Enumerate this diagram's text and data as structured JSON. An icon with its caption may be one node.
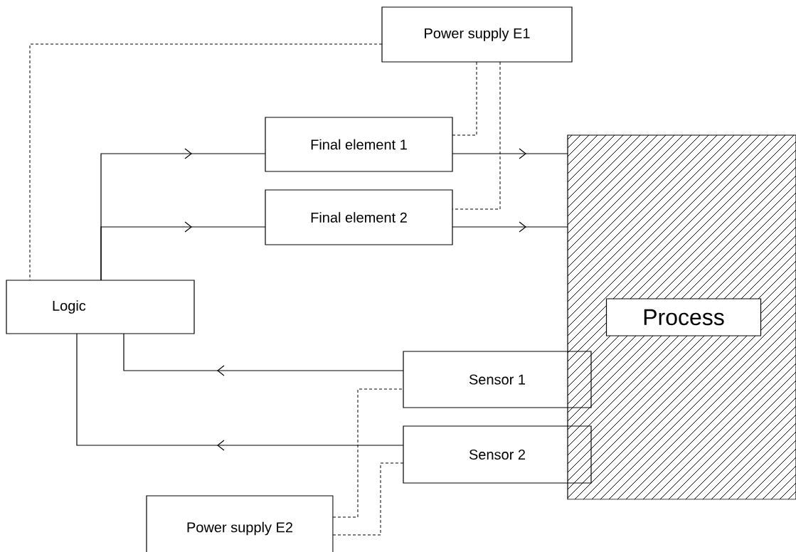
{
  "diagram": {
    "nodes": [
      {
        "text": [
          "Power supply E1"
        ]
      },
      {
        "text": [
          "Final element 1"
        ]
      },
      {
        "text": [
          "Final element 2"
        ]
      },
      {
        "text": [
          "Logic"
        ]
      },
      {
        "text": [
          "Process"
        ]
      },
      {
        "text": [
          "Sensor 1"
        ]
      },
      {
        "text": [
          "Sensor 2"
        ]
      },
      {
        "text": [
          "Power supply E2"
        ]
      }
    ],
    "edges": [
      {
        "from": 0,
        "to": 3,
        "arrow": "none",
        "style": "dashed"
      },
      {
        "from": 0,
        "to": 1,
        "arrow": "none",
        "style": "dashed"
      },
      {
        "from": 0,
        "to": 2,
        "arrow": "none",
        "style": "dashed"
      },
      {
        "from": 3,
        "to": 1,
        "arrow": "to"
      },
      {
        "from": 3,
        "to": 2,
        "arrow": "to"
      },
      {
        "from": 1,
        "to": 4,
        "arrow": "to"
      },
      {
        "from": 2,
        "to": 4,
        "arrow": "to"
      },
      {
        "from": 5,
        "to": 3,
        "arrow": "to"
      },
      {
        "from": 6,
        "to": 3,
        "arrow": "to"
      },
      {
        "from": 7,
        "to": 5,
        "arrow": "none",
        "style": "dashed"
      },
      {
        "from": 7,
        "to": 6,
        "arrow": "none",
        "style": "dashed"
      }
    ]
  }
}
